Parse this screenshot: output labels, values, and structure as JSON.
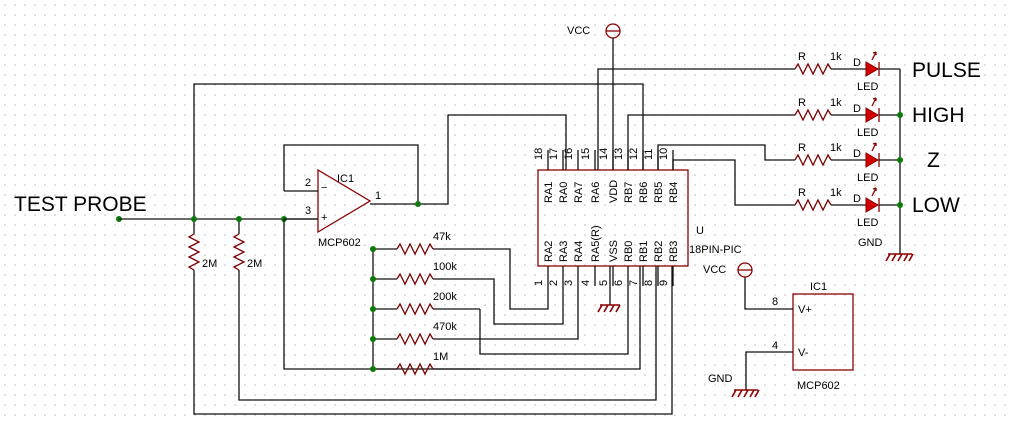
{
  "labels": {
    "test_probe": "TEST PROBE",
    "pulse": "PULSE",
    "high": "HIGH",
    "z": "Z",
    "low": "LOW",
    "gnd_right": "GND",
    "gnd_bottom": "GND",
    "vcc_top": "VCC",
    "vcc_mid": "VCC"
  },
  "opamp": {
    "name": "IC1",
    "part": "MCP602",
    "pin_inv": "2",
    "pin_noninv": "3",
    "pin_out": "1",
    "minus": "−",
    "plus": "+"
  },
  "power_ic": {
    "name": "IC1",
    "part": "MCP602",
    "pin_vplus": "8",
    "pin_vminus": "4",
    "label_vplus": "V+",
    "label_vminus": "V-"
  },
  "pic": {
    "ref": "U",
    "part": "18PIN-PIC",
    "top_pins": [
      {
        "num": "18",
        "name": "RA1"
      },
      {
        "num": "17",
        "name": "RA0"
      },
      {
        "num": "16",
        "name": "RA7"
      },
      {
        "num": "15",
        "name": "RA6"
      },
      {
        "num": "14",
        "name": "VDD"
      },
      {
        "num": "13",
        "name": "RB7"
      },
      {
        "num": "12",
        "name": "RB6"
      },
      {
        "num": "11",
        "name": "RB5"
      },
      {
        "num": "10",
        "name": "RB4"
      }
    ],
    "bottom_pins": [
      {
        "num": "1",
        "name": "RA2"
      },
      {
        "num": "2",
        "name": "RA3"
      },
      {
        "num": "3",
        "name": "RA4"
      },
      {
        "num": "4",
        "name": "RA5(R)"
      },
      {
        "num": "5",
        "name": "VSS"
      },
      {
        "num": "6",
        "name": "RB0"
      },
      {
        "num": "7",
        "name": "RB1"
      },
      {
        "num": "8",
        "name": "RB2"
      },
      {
        "num": "9",
        "name": "RB3"
      }
    ]
  },
  "input_resistors": [
    "2M",
    "2M"
  ],
  "ladder_resistors": [
    "47k",
    "100k",
    "200k",
    "470k",
    "1M"
  ],
  "led_rows": [
    {
      "r": "R",
      "value": "1k",
      "d": "D",
      "led": "LED"
    },
    {
      "r": "R",
      "value": "1k",
      "d": "D",
      "led": "LED"
    },
    {
      "r": "R",
      "value": "1k",
      "d": "D",
      "led": "LED"
    },
    {
      "r": "R",
      "value": "1k",
      "d": "D",
      "led": "LED"
    }
  ]
}
